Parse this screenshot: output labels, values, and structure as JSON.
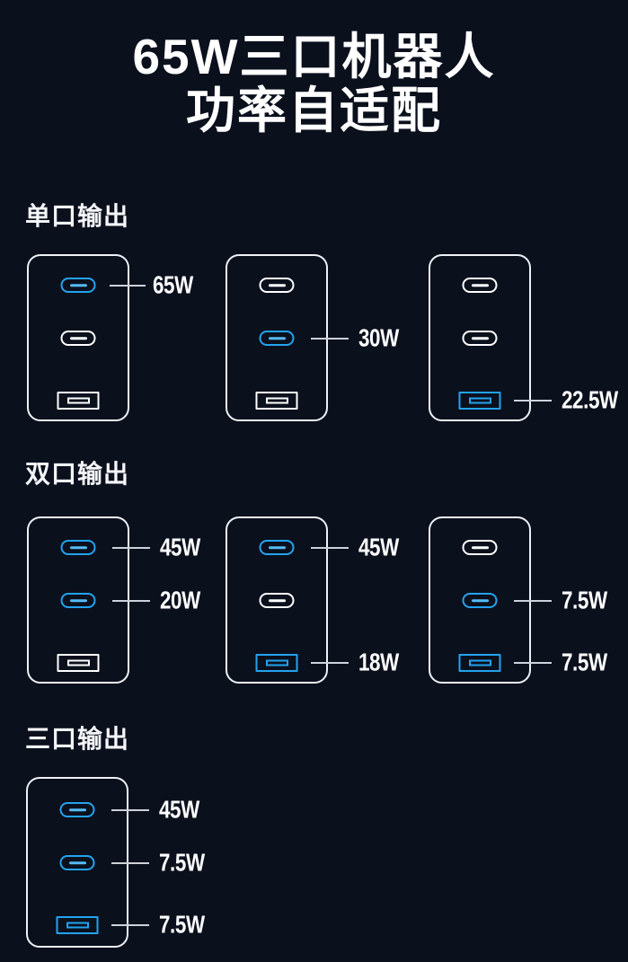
{
  "theme": {
    "background": "#0b101d",
    "accent_blue": "#23a3ef",
    "port_white": "#ffffff",
    "leader_line": "#ccd2d9"
  },
  "title": {
    "line1": "65W三口机器人",
    "line2": "功率自适配"
  },
  "sections": [
    {
      "heading": "单口输出",
      "chargers": [
        {
          "ports": [
            {
              "type": "usb-c",
              "active": true,
              "label": "65W"
            },
            {
              "type": "usb-c",
              "active": false
            },
            {
              "type": "usb-a",
              "active": false
            }
          ]
        },
        {
          "ports": [
            {
              "type": "usb-c",
              "active": false
            },
            {
              "type": "usb-c",
              "active": true,
              "label": "30W"
            },
            {
              "type": "usb-a",
              "active": false
            }
          ]
        },
        {
          "ports": [
            {
              "type": "usb-c",
              "active": false
            },
            {
              "type": "usb-c",
              "active": false
            },
            {
              "type": "usb-a",
              "active": true,
              "label": "22.5W"
            }
          ]
        }
      ]
    },
    {
      "heading": "双口输出",
      "chargers": [
        {
          "ports": [
            {
              "type": "usb-c",
              "active": true,
              "label": "45W"
            },
            {
              "type": "usb-c",
              "active": true,
              "label": "20W"
            },
            {
              "type": "usb-a",
              "active": false
            }
          ]
        },
        {
          "ports": [
            {
              "type": "usb-c",
              "active": true,
              "label": "45W"
            },
            {
              "type": "usb-c",
              "active": false
            },
            {
              "type": "usb-a",
              "active": true,
              "label": "18W"
            }
          ]
        },
        {
          "ports": [
            {
              "type": "usb-c",
              "active": false
            },
            {
              "type": "usb-c",
              "active": true,
              "label": "7.5W"
            },
            {
              "type": "usb-a",
              "active": true,
              "label": "7.5W"
            }
          ]
        }
      ]
    },
    {
      "heading": "三口输出",
      "chargers": [
        {
          "ports": [
            {
              "type": "usb-c",
              "active": true,
              "label": "45W"
            },
            {
              "type": "usb-c",
              "active": true,
              "label": "7.5W"
            },
            {
              "type": "usb-a",
              "active": true,
              "label": "7.5W"
            }
          ]
        }
      ]
    }
  ]
}
